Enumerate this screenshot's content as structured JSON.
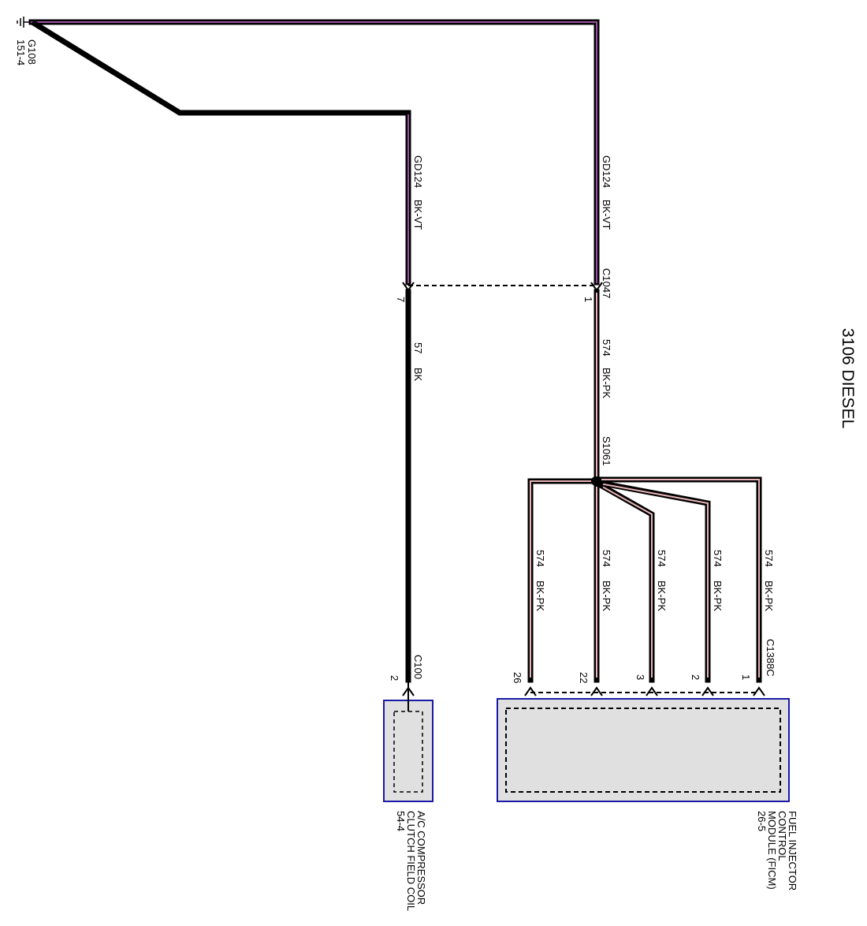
{
  "title": "3106 DIESEL",
  "ground": {
    "id": "G108",
    "ref": "151-4"
  },
  "colors": {
    "wire_outline": "#000000",
    "bk_vt": "#9b4fa0",
    "bk_pk": "#e8b4b8",
    "component_fill": "#e0e0e0",
    "component_border": "#1a1aa6"
  },
  "wires": {
    "left_upper": {
      "circuit": "GD124",
      "color": "BK-VT"
    },
    "right_upper": {
      "circuit": "GD124",
      "color": "BK-VT"
    },
    "left_lower": {
      "circuit": "57",
      "color": "BK"
    },
    "right_lower": {
      "circuit": "574",
      "color": "BK-PK"
    },
    "branches": [
      {
        "circuit": "574",
        "color": "BK-PK"
      },
      {
        "circuit": "574",
        "color": "BK-PK"
      },
      {
        "circuit": "574",
        "color": "BK-PK"
      },
      {
        "circuit": "574",
        "color": "BK-PK"
      },
      {
        "circuit": "574",
        "color": "BK-PK"
      }
    ]
  },
  "connectors": {
    "c1047": {
      "id": "C1047",
      "pin_left": "7",
      "pin_right": "1"
    },
    "c100": {
      "id": "C100",
      "pin": "2"
    },
    "c1388c": {
      "id": "C1388C",
      "pins": [
        "26",
        "22",
        "3",
        "2",
        "1"
      ]
    }
  },
  "splice": {
    "id": "S1061"
  },
  "components": {
    "ac_clutch": {
      "lines": [
        "A/C COMPRESSOR",
        "CLUTCH FIELD COIL",
        "54-4"
      ]
    },
    "ficm": {
      "lines": [
        "FUEL INJECTOR",
        "CONTROL",
        "MODULE (FICM)",
        "26-5"
      ]
    }
  }
}
